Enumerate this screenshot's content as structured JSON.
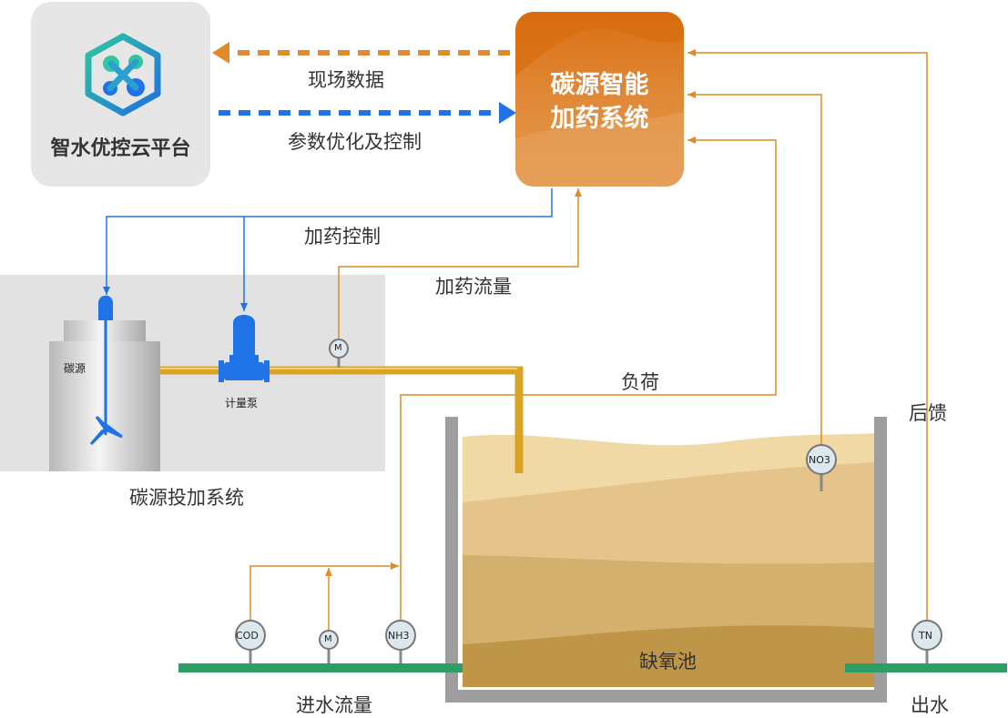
{
  "platform": {
    "title": "智水优控云平台",
    "logo_icon": "hex-molecule-logo"
  },
  "dosing_system": {
    "title_line1": "碳源智能",
    "title_line2": "加药系统"
  },
  "arrows": {
    "site_data": "现场数据",
    "param_opt": "参数优化及控制",
    "dosing_control": "加药控制",
    "dosing_flow": "加药流量",
    "load": "负荷",
    "feedback": "后馈"
  },
  "dosing_unit": {
    "tank_label": "碳源",
    "pump_label": "计量泵",
    "meter_label": "M",
    "caption": "碳源投加系统"
  },
  "tank": {
    "label": "缺氧池"
  },
  "sensors": {
    "cod": "COD",
    "m": "M",
    "nh3": "NH3",
    "no3": "NO3",
    "tn": "TN"
  },
  "pipes": {
    "inflow": "进水流量",
    "outflow": "出水"
  },
  "colors": {
    "orange": "#e08a2a",
    "blue": "#1f73e6",
    "pipe_green": "#2e9e66",
    "gold_pipe": "#d9a425"
  }
}
